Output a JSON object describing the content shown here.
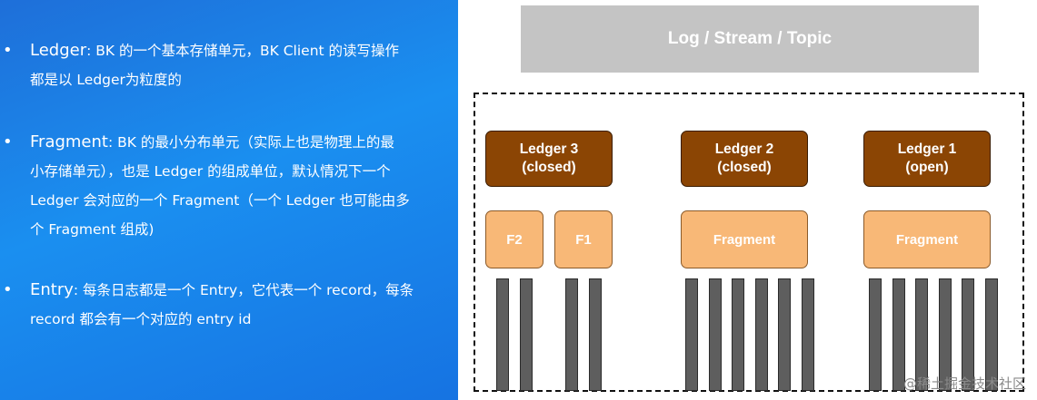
{
  "bullets": [
    {
      "term": "Ledger",
      "line1": ": BK 的一个基本存储单元，BK Client 的读写操作",
      "line2": "都是以 Ledger为粒度的"
    },
    {
      "term": "Fragment",
      "line1": ": BK 的最小分布单元（实际上也是物理上的最",
      "line2": "小存储单元），也是 Ledger 的组成单位，默认情况下一个",
      "line3": "Ledger 会对应的一个 Fragment（一个 Ledger 也可能由多",
      "line4": "个 Fragment 组成)"
    },
    {
      "term": "Entry",
      "line1": ": 每条日志都是一个 Entry，它代表一个 record，每条",
      "line2": "record 都会有一个对应的 entry id"
    }
  ],
  "bullet_symbol": "•",
  "diagram": {
    "topic": "Log / Stream / Topic",
    "ledgers": [
      {
        "name": "Ledger 3",
        "state": "(closed)"
      },
      {
        "name": "Ledger 2",
        "state": "(closed)"
      },
      {
        "name": "Ledger 1",
        "state": "(open)"
      }
    ],
    "fragments": [
      "F2",
      "F1",
      "Fragment",
      "Fragment"
    ],
    "entry_groups": [
      2,
      2,
      6,
      6
    ]
  },
  "watermark": "@稀土掘金技术社区",
  "colors": {
    "panel_blue": "#1a8ff0",
    "topic_gray": "#c4c4c4",
    "ledger_brown": "#8b4504",
    "fragment_orange": "#f8b877",
    "entry_gray": "#5e5e5e"
  }
}
